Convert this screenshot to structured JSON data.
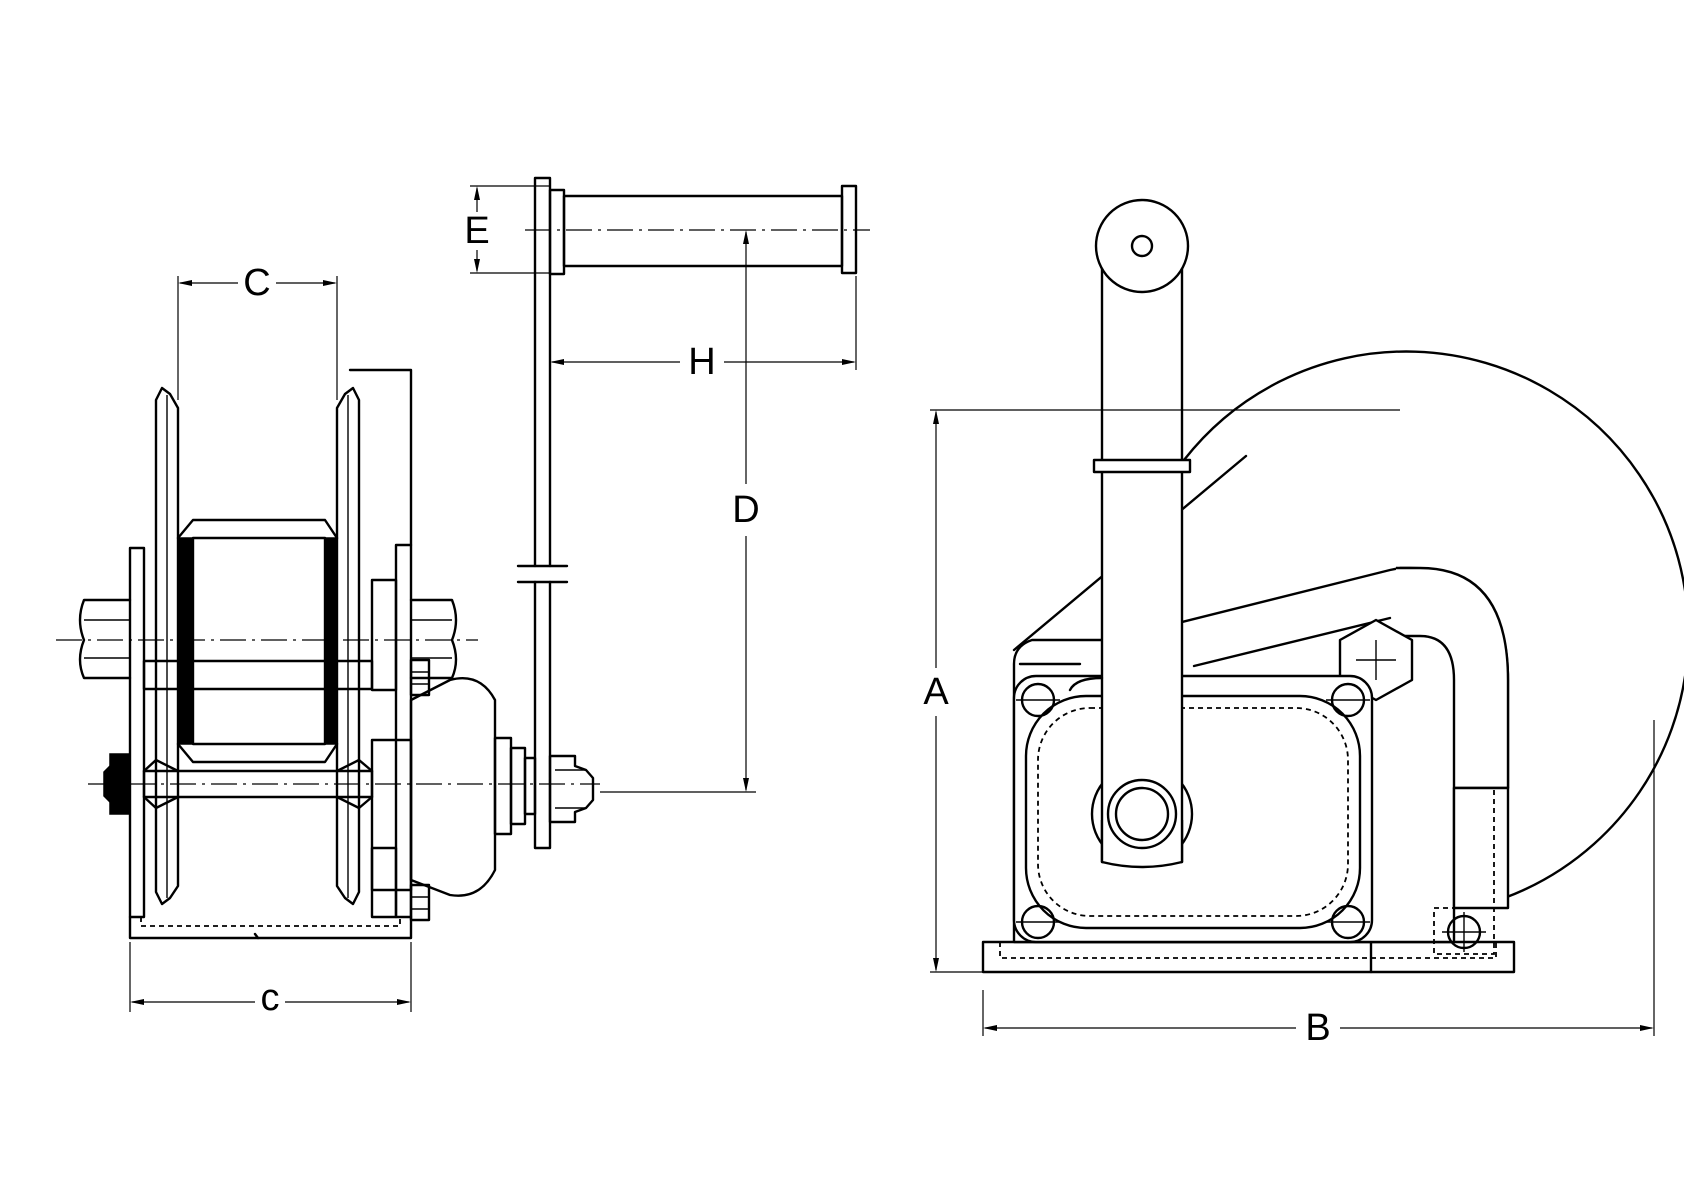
{
  "dimension_labels": {
    "A": "A",
    "B": "B",
    "C": "C",
    "c_lower": "c",
    "D": "D",
    "E": "E",
    "H": "H"
  },
  "colors": {
    "line": "#000000",
    "background": "#ffffff"
  }
}
